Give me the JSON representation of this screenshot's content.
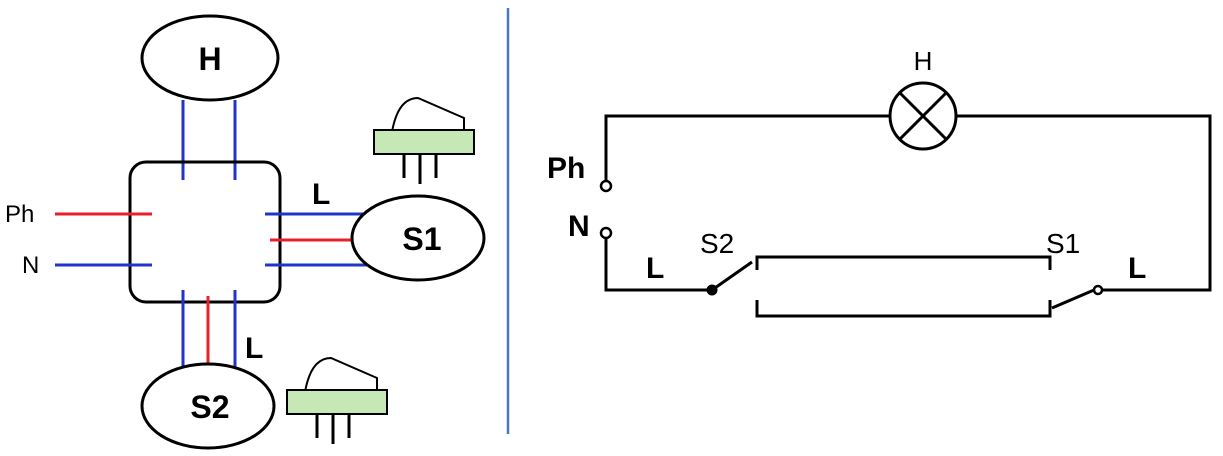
{
  "colors": {
    "phase_wire": "#e8202a",
    "neutral_wire": "#2233cc",
    "divider": "#4a78c0",
    "switch_body": "#c6e8b6",
    "line": "#000000"
  },
  "left_panel": {
    "lamp_label": "H",
    "switch1_label": "S1",
    "switch2_label": "S2",
    "phase_label": "Ph",
    "neutral_label": "N",
    "load_label_s1": "L",
    "load_label_s2": "L"
  },
  "right_panel": {
    "lamp_label": "H",
    "phase_label": "Ph",
    "neutral_label": "N",
    "switch2_label": "S2",
    "switch1_label": "S1",
    "load_label_left": "L",
    "load_label_right": "L"
  }
}
